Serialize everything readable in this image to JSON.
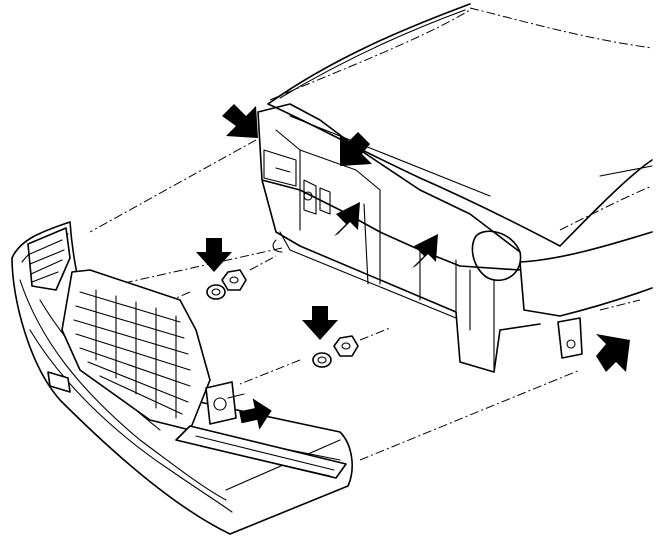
{
  "diagram": {
    "subject": "front-bumper-and-grille-exploded-view",
    "colors": {
      "line": "#000000",
      "background": "#ffffff"
    },
    "arrows": [
      {
        "id": "arrow-top-left-bracket",
        "dir": "down-right"
      },
      {
        "id": "arrow-top-center-mount",
        "dir": "down-left"
      },
      {
        "id": "arrow-left-support",
        "dir": "up-left"
      },
      {
        "id": "arrow-center-support",
        "dir": "up-left"
      },
      {
        "id": "arrow-upper-fastener",
        "dir": "down"
      },
      {
        "id": "arrow-lower-fastener",
        "dir": "down"
      },
      {
        "id": "arrow-side-bracket",
        "dir": "left"
      },
      {
        "id": "arrow-right-bracket",
        "dir": "up-left"
      }
    ]
  }
}
